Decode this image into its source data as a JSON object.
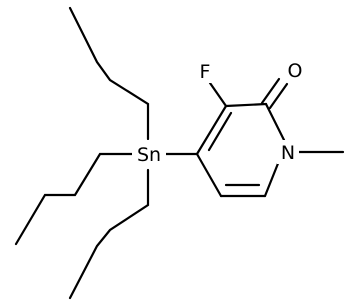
{
  "molecule": {
    "atoms": {
      "tin": "Sn",
      "fluorine": "F",
      "oxygen": "O",
      "nitrogen": "N"
    },
    "colors": {
      "bond": "#000000",
      "label": "#000000",
      "background": "#ffffff"
    }
  }
}
